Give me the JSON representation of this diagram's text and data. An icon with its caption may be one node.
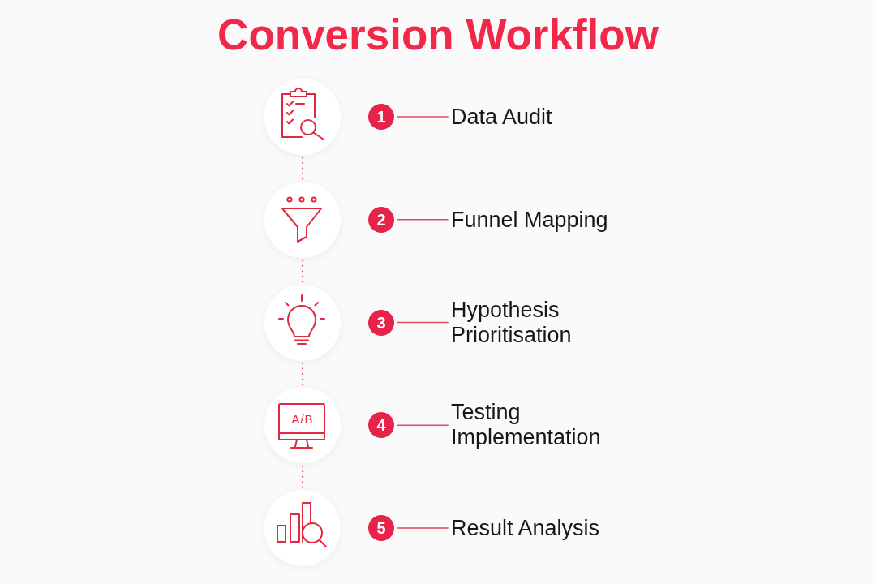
{
  "diagram": {
    "title": "Conversion Workflow",
    "nodes": [
      {
        "text": [],
        "shape": "circle"
      },
      {
        "text": [
          "1"
        ]
      },
      {
        "text": [
          "Data Audit"
        ]
      },
      {
        "text": [],
        "shape": "circle"
      },
      {
        "text": [
          "2"
        ]
      },
      {
        "text": [
          "Funnel Mapping"
        ]
      },
      {
        "text": [],
        "shape": "circle"
      },
      {
        "text": [
          "3"
        ]
      },
      {
        "text": [
          "Hypothesis Prioritisation"
        ]
      },
      {
        "text": [],
        "shape": "circle"
      },
      {
        "text": [
          "4"
        ]
      },
      {
        "text": [
          "Testing Implementation"
        ]
      },
      {
        "text": [],
        "shape": "circle"
      },
      {
        "text": [
          "5"
        ]
      },
      {
        "text": [
          "Result Analysis"
        ]
      }
    ],
    "edges": [
      {
        "from": 1,
        "to": 2,
        "arrow": "none"
      },
      {
        "from": 0,
        "to": 3,
        "arrow": "none",
        "style": "dashed"
      },
      {
        "from": 4,
        "to": 5,
        "arrow": "none"
      },
      {
        "from": 3,
        "to": 6,
        "arrow": "none",
        "style": "dashed"
      },
      {
        "from": 7,
        "to": 8,
        "arrow": "none"
      },
      {
        "from": 6,
        "to": 9,
        "arrow": "none",
        "style": "dashed"
      },
      {
        "from": 10,
        "to": 11,
        "arrow": "none"
      },
      {
        "from": 9,
        "to": 12,
        "arrow": "none",
        "style": "dashed"
      },
      {
        "from": 13,
        "to": 14,
        "arrow": "none"
      }
    ],
    "labels": [
      "A/B"
    ]
  }
}
